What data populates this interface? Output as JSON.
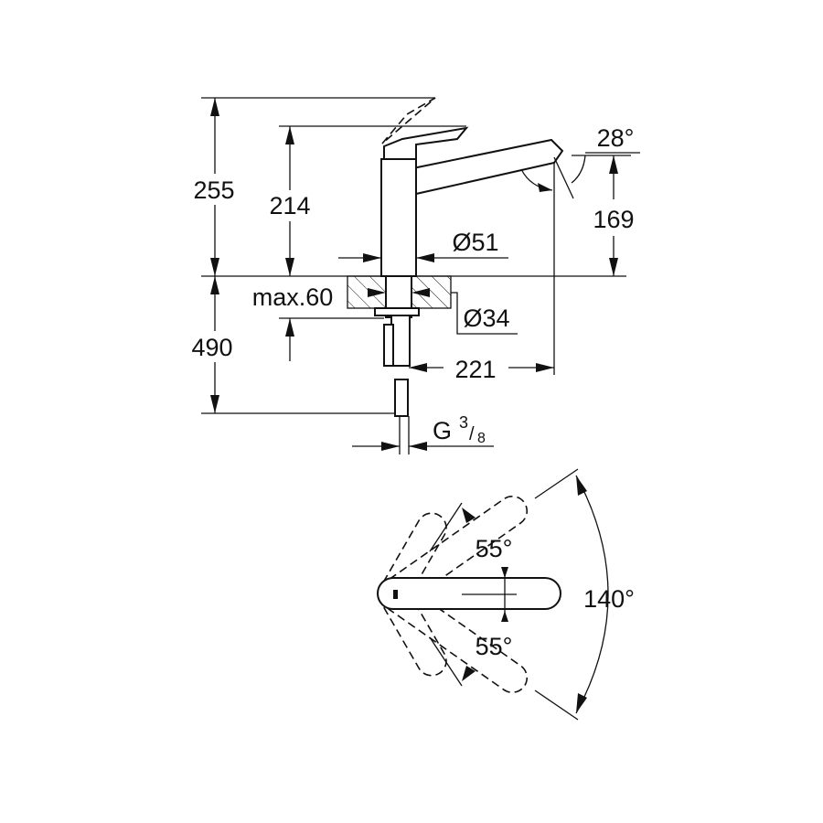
{
  "side_view": {
    "height_total": "255",
    "height_spout_top": "214",
    "outlet_height": "169",
    "outlet_angle": "28°",
    "body_diameter": "Ø51",
    "max_thickness": "max.60",
    "hole_diameter": "Ø34",
    "below_length": "490",
    "reach": "221",
    "connection_prefix": "G",
    "connection_num": "3",
    "connection_den": "8"
  },
  "top_view": {
    "angle_upper": "55°",
    "angle_lower": "55°",
    "angle_total": "140°"
  }
}
